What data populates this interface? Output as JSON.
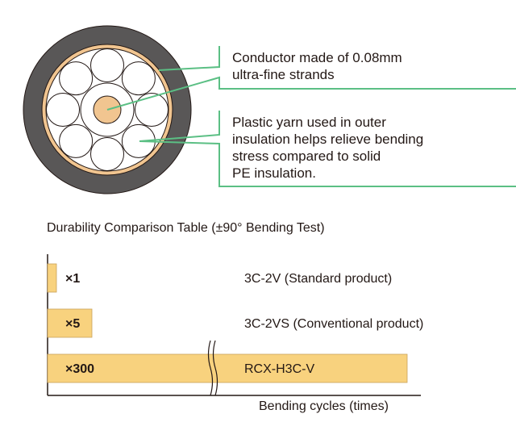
{
  "callouts": {
    "conductor": [
      "Conductor made of 0.08mm",
      "ultra-fine strands"
    ],
    "yarn": [
      "Plastic yarn used in outer",
      "insulation helps relieve bending",
      "stress compared to solid",
      "PE insulation."
    ]
  },
  "chart_data": {
    "type": "bar",
    "title": "Durability Comparison Table (±90° Bending Test)",
    "xlabel": "Bending cycles (times)",
    "categories": [
      "3C-2V (Standard product)",
      "3C-2VS (Conventional product)",
      "RCX-H3C-V"
    ],
    "values": [
      1,
      5,
      300
    ],
    "value_labels": [
      "×1",
      "×5",
      "×300"
    ],
    "axis_break": true,
    "bar_color": "#f8d27e"
  },
  "colors": {
    "jacket": "#595757",
    "shield": "#f1c590",
    "leader": "#5bbf84"
  }
}
